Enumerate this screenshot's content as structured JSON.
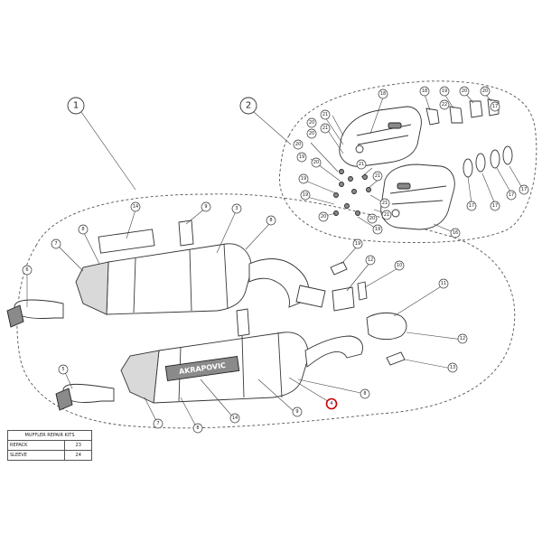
{
  "callouts": {
    "assembly_1": "1",
    "assembly_2": "2"
  },
  "highlighted_part": "4",
  "group_2_labels": [
    "18",
    "18",
    "19",
    "22",
    "20",
    "20",
    "20",
    "20",
    "20",
    "20",
    "21",
    "21",
    "21",
    "21",
    "21",
    "19",
    "19",
    "19",
    "19",
    "20",
    "21",
    "16",
    "17",
    "17",
    "17",
    "17",
    "17",
    "20"
  ],
  "upper_muffler_labels": [
    "14",
    "9",
    "3",
    "8",
    "7",
    "8",
    "6",
    "19",
    "12",
    "10"
  ],
  "lower_muffler_labels": [
    "5",
    "7",
    "8",
    "14",
    "9",
    "8",
    "11",
    "12",
    "13",
    "4"
  ],
  "repair_table": {
    "title": "MUFFLER REPAIR KITS",
    "rows": [
      {
        "name": "REPACK",
        "code": "23"
      },
      {
        "name": "SLEEVE",
        "code": "24"
      }
    ]
  },
  "brand_mark": "AKRAPOVIC",
  "colors": {
    "highlight": "#cc0000",
    "line": "#333333"
  }
}
